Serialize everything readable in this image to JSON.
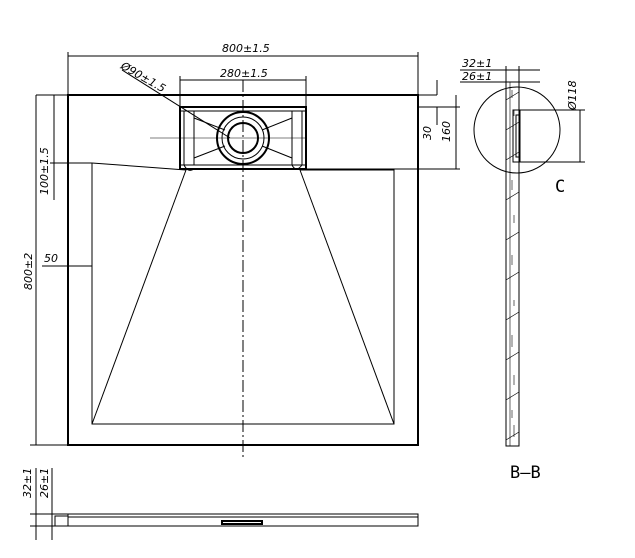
{
  "dimensions": {
    "overall_width": "800±1.5",
    "drain_diameter": "Ø90±1.5",
    "drain_width": "280±1.5",
    "edge_to_drain": "30",
    "drain_depth": "160",
    "top_band": "100±1.5",
    "border": "50",
    "overall_length": "800±2",
    "height_total": "32±1",
    "height_inner": "26±1",
    "detail_diameter": "Ø118"
  },
  "labels": {
    "detail": "C",
    "section": "B—B"
  }
}
